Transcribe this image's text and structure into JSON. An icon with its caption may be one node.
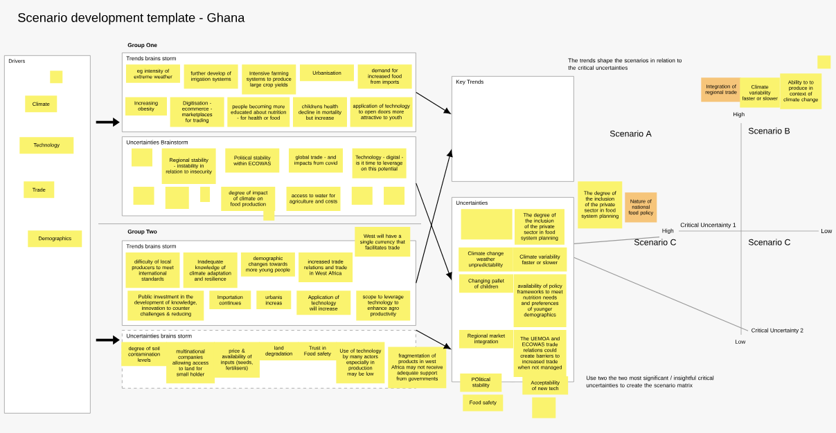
{
  "diagram": {
    "title": "Scenario development template - Ghana",
    "nodes": [
      {
        "text": [
          "Drivers"
        ]
      },
      {
        "text": [],
        "shape": "box",
        "in": 0
      },
      {
        "text": [
          "Climate"
        ],
        "in": 0
      },
      {
        "text": [
          "Technology"
        ],
        "in": 0
      },
      {
        "text": [
          "Trade"
        ],
        "in": 0
      },
      {
        "text": [
          "Demographics"
        ],
        "in": 0
      },
      {
        "text": [
          "Trends brains storm"
        ]
      },
      {
        "text": [
          "eg intensity of extreme weather"
        ],
        "in": 6
      },
      {
        "text": [
          "Increasing obesity"
        ],
        "in": 6
      },
      {
        "text": [
          "further develop of irrigation systems"
        ],
        "in": 6
      },
      {
        "text": [
          "Intensive farming systems to produce large crop yields"
        ],
        "in": 6
      },
      {
        "text": [
          "Digitisation - ecommerce - marketplaces for trading"
        ],
        "in": 6
      },
      {
        "text": [
          "Urbanisation"
        ],
        "in": 6
      },
      {
        "text": [
          "people becoming more educated about nutrition - for health or food"
        ],
        "in": 6
      },
      {
        "text": [
          "demand for increased food from imports"
        ],
        "in": 6
      },
      {
        "text": [
          "childrens health decline in mortality but increase"
        ],
        "in": 6
      },
      {
        "text": [
          "application of technology to open doors more attractive to youth"
        ],
        "in": 6
      },
      {
        "text": [
          "Uncertainties Brainstorm"
        ]
      },
      {
        "text": [],
        "shape": "box",
        "in": 17
      },
      {
        "text": [
          "Regional stability - instability in relation to insecurity"
        ],
        "in": 17
      },
      {
        "text": [
          "Political stability within ECOWAS"
        ],
        "in": 17
      },
      {
        "text": [
          "global trade - and impacts from covid"
        ],
        "in": 17
      },
      {
        "text": [
          "Technology - digital - is it time to leverage on this potential"
        ],
        "in": 17
      },
      {
        "text": [],
        "shape": "box",
        "in": 17
      },
      {
        "text": [],
        "shape": "box",
        "in": 17
      },
      {
        "text": [],
        "shape": "box",
        "in": 17
      },
      {
        "text": [
          "degree of impact of climate on food production"
        ],
        "in": 17
      },
      {
        "text": [
          "access to water for agriculture and costs"
        ],
        "in": 17
      },
      {
        "text": [],
        "shape": "box",
        "in": 17
      },
      {
        "text": [],
        "shape": "box",
        "in": 17
      },
      {
        "text": [],
        "shape": "box"
      },
      {
        "text": [
          "Trends brains storm"
        ]
      },
      {
        "text": [
          "difficulty of local producers to meet international standards"
        ],
        "in": 31
      },
      {
        "text": [
          "Inadequate knowledge of climate adaptation and resilience"
        ],
        "in": 31
      },
      {
        "text": [
          "Public investment in the development of knowledge, innovation to counter challenges & reducing"
        ],
        "in": 31
      },
      {
        "text": [
          "Importation continues"
        ],
        "in": 31
      },
      {
        "text": [
          "urbanis increas"
        ],
        "in": 31
      },
      {
        "text": [
          "demographic changes towards more young people"
        ],
        "in": 31
      },
      {
        "text": [
          "Application of technology will increase"
        ],
        "in": 31
      },
      {
        "text": [
          "West will have a single currency that facilitates trade"
        ]
      },
      {
        "text": [
          "increased trade relations and trade in West Africa"
        ],
        "in": 31
      },
      {
        "text": [
          "scope to leverage technology to enhance agro productivity"
        ],
        "in": 31
      },
      {
        "text": [
          "Uncertainties brains storm"
        ]
      },
      {
        "text": [
          "degree of soil contamination levels"
        ],
        "in": 42
      },
      {
        "text": [
          "multinational companies allowing access to land for small holder"
        ],
        "in": 42
      },
      {
        "text": [
          "price & availability of inputs (seeds, fertilisers)"
        ],
        "in": 42
      },
      {
        "text": [
          "land degradation"
        ],
        "in": 42
      },
      {
        "text": [
          "Trust in Food safety"
        ],
        "in": 42
      },
      {
        "text": [
          "Use of technology by many actors especially in production may be low"
        ],
        "in": 42
      },
      {
        "text": [
          "fragmentation of products in west Africa may not receive adequate support from governments"
        ]
      },
      {
        "text": [
          "Key Trends"
        ]
      },
      {
        "text": [
          "Uncertainties"
        ]
      },
      {
        "text": [],
        "shape": "box",
        "in": 51
      },
      {
        "text": [
          "The degree of the inclusion of the private sector in food system planning"
        ],
        "in": 51
      },
      {
        "text": [
          "Climate change weather unpredictability"
        ],
        "in": 51
      },
      {
        "text": [
          "Climate variability faster or slower"
        ],
        "in": 51
      },
      {
        "text": [
          "Changing pallet of children"
        ],
        "in": 51
      },
      {
        "text": [
          "availability of policy frameworks to meet nutrition needs and preferences of younger demographics"
        ],
        "in": 51
      },
      {
        "text": [
          "Regional market integration"
        ],
        "in": 51
      },
      {
        "text": [
          "The UEMOA and ECOWAS trade relations could create barriers to increased trade when not managed"
        ],
        "in": 51
      },
      {
        "text": [
          "POlitical stability"
        ]
      },
      {
        "text": [
          "Acceptability of new tech"
        ]
      },
      {
        "text": [
          "Food safety"
        ]
      },
      {
        "text": [],
        "shape": "box"
      },
      {
        "text": [],
        "shape": "box"
      },
      {
        "text": [
          "Integration of regional trade"
        ]
      },
      {
        "text": [
          "Climate variability faster or slower"
        ]
      },
      {
        "text": [
          "Ability to to produce in context of climate change"
        ]
      },
      {
        "text": [
          "The degree of the inclusion of the private sector in food system planning"
        ]
      },
      {
        "text": [
          "Nature of national food policy"
        ]
      },
      {
        "text": [
          "High"
        ]
      },
      {
        "text": [
          "Critical Uncertainty 2"
        ]
      }
    ],
    "edges": [
      {
        "from": 0,
        "to": 6,
        "arrow": "to",
        "style": "thick"
      },
      {
        "from": 0,
        "to": 42,
        "arrow": "to",
        "style": "thick"
      },
      {
        "from": 6,
        "to": 50,
        "arrow": "to"
      },
      {
        "from": 17,
        "to": 51,
        "arrow": "to"
      },
      {
        "from": 31,
        "to": 50,
        "arrow": "to"
      },
      {
        "from": 42,
        "to": 51,
        "arrow": "to"
      },
      {
        "from": 51,
        "to": 70,
        "arrow": "none",
        "color": "#9a9a9a"
      },
      {
        "from": 51,
        "to": 71,
        "arrow": "none",
        "color": "#9a9a9a"
      }
    ],
    "labels": [
      "Group One",
      "The trends shape the scenarios in relation to the critical uncertainties",
      "High",
      "Scenario B",
      "Scenario A",
      "Critical Uncertainty 1",
      "Low",
      "Group Two",
      "Scenario C",
      "Scenario C",
      "Low",
      "Use two the two most significant / insightful critical uncertainties to create the scenario matrix"
    ]
  }
}
